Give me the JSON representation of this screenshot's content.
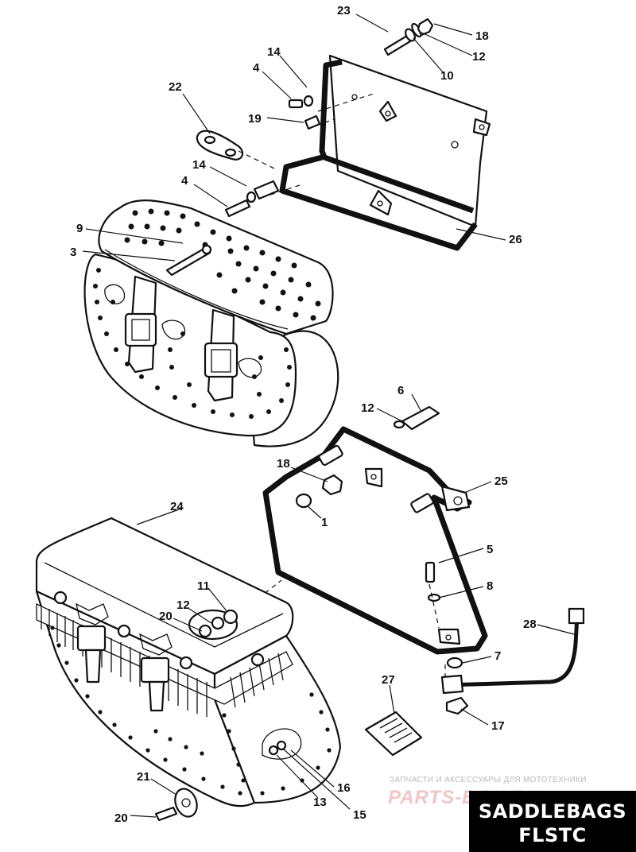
{
  "callouts": {
    "c23": "23",
    "c18a": "18",
    "c12a": "12",
    "c10": "10",
    "c4a": "4",
    "c14a": "14",
    "c22": "22",
    "c19": "19",
    "c14b": "14",
    "c4b": "4",
    "c9": "9",
    "c3": "3",
    "c26": "26",
    "c6": "6",
    "c12b": "12",
    "c18b": "18",
    "c25": "25",
    "c1": "1",
    "c5": "5",
    "c8": "8",
    "c24": "24",
    "c11": "11",
    "c12c": "12",
    "c20a": "20",
    "c28": "28",
    "c7": "7",
    "c27": "27",
    "c17": "17",
    "c21": "21",
    "c16": "16",
    "c13": "13",
    "c20b": "20",
    "c15": "15"
  },
  "watermark": {
    "caption": "ЗАПЧАСТИ И АКСЕССУАРЫ ДЛЯ МОТОТЕХНИКИ",
    "logo": "PARTS-BOX.RU"
  },
  "title": {
    "line1": "SADDLEBAGS",
    "line2": "FLSTC"
  },
  "colors": {
    "ink": "#111111",
    "title_bg": "#000000",
    "title_text": "#ffffff",
    "watermark": "#f1c6c6"
  }
}
